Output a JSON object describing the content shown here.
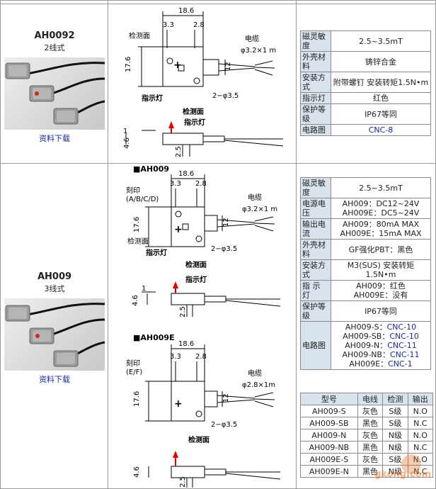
{
  "row1": {
    "model": "AH0092",
    "wires": "2线式",
    "download": "资料下载",
    "specs": [
      {
        "k": "磁灵敏度",
        "v": "2.5~3.5mT"
      },
      {
        "k": "外壳材料",
        "v": "铸锌合金"
      },
      {
        "k": "安装方式",
        "v": "附带螺钉 安装转矩1.5N•m"
      },
      {
        "k": "指示灯",
        "v": "红色"
      },
      {
        "k": "保护等级",
        "v": "IP67等同"
      },
      {
        "k": "电路图",
        "v": "CNC-8",
        "link": true
      }
    ],
    "drawing": {
      "w_total": "18.6",
      "w_a": "3.3",
      "w_b": "2.8",
      "height": "17.6",
      "cable_label": "电缆",
      "cable": "φ3.2×1 m",
      "dim12": "12",
      "detect_face": "检测面",
      "indicator": "指示灯",
      "holes": "2−φ3.5",
      "side_h": "4.6",
      "side_1": "1",
      "side_w": "2.5"
    }
  },
  "row2": {
    "model": "AH009",
    "wires": "3线式",
    "download": "资料下载",
    "specs": [
      {
        "k": "磁灵敏度",
        "v": "2.5~3.5mT"
      },
      {
        "k": "电源电压",
        "v": "AH009：DC12~24V\nAH009E：DC5~24V"
      },
      {
        "k": "输出电流",
        "v": "AH009：80mA MAX\nAH009E：15mA MAX"
      },
      {
        "k": "外壳材料",
        "v": "GF强化PBT：黑色"
      },
      {
        "k": "安装方式",
        "v": "M3(SUS) 安装转矩\n1.5N•m"
      },
      {
        "k": "指 示 灯",
        "v": "AH009：红色\nAH009E：没有"
      },
      {
        "k": "保护等级",
        "v": "IP67等同"
      }
    ],
    "circuit_key": "电路图",
    "circuits": [
      {
        "model": "AH009-S：",
        "code": "CNC-10"
      },
      {
        "model": "AH009-SB：",
        "code": "CNC-10"
      },
      {
        "model": "AH009-N：",
        "code": "CNC-11"
      },
      {
        "model": "AH009-NB：",
        "code": "CNC-11"
      },
      {
        "model": "AH009E：",
        "code": "CNC-1"
      }
    ],
    "model_table": {
      "headers": [
        "型号",
        "电线",
        "检测",
        "输出"
      ],
      "rows": [
        [
          "AH009-S",
          "灰色",
          "S级",
          "N.O"
        ],
        [
          "AH009-SB",
          "黑色",
          "S级",
          "N.C"
        ],
        [
          "AH009-N",
          "灰色",
          "N级",
          "N.O"
        ],
        [
          "AH009-NB",
          "黑色",
          "N级",
          "N.C"
        ],
        [
          "AH009E-S",
          "灰色",
          "S级",
          "N.O"
        ],
        [
          "AH009E-N",
          "黑色",
          "N级",
          "N.C"
        ]
      ]
    },
    "drawing_a": {
      "title": "■AH009",
      "w_total": "18.6",
      "w_a": "3.3",
      "w_b": "2.8",
      "height": "17.6",
      "mark": "刻印",
      "mark_sub": "(A/B/C/D)",
      "cable_label": "电缆",
      "cable": "φ3.2×1 m",
      "dim12": "12",
      "detect_face": "检测面",
      "indicator": "指示灯",
      "holes": "2−φ3.5",
      "side_detect": "检测面",
      "side_ind": "指示灯",
      "side_h": "4.6",
      "side_1": "1",
      "side_w": "2.5"
    },
    "drawing_b": {
      "title": "■AH009E",
      "w_total": "18.6",
      "w_a": "3.3",
      "w_b": "2.8",
      "height": "17.6",
      "mark": "刻印",
      "mark_sub": "(E/F)",
      "cable_label": "电缆",
      "cable": "φ2.8×1m",
      "dim12": "12",
      "holes": "2−φ3.5",
      "side_detect": "检测面",
      "side_h": "4.6",
      "side_w": "2.5"
    }
  },
  "watermark": "gkong.com"
}
